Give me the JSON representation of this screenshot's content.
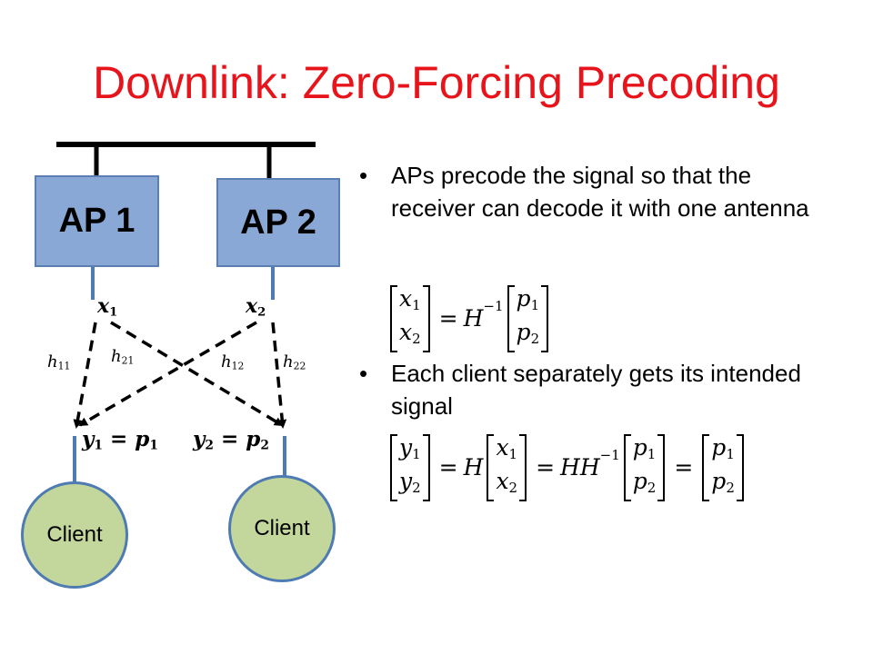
{
  "title": "Downlink: Zero-Forcing Precoding",
  "diagram": {
    "ap1": "AP 1",
    "ap2": "AP 2",
    "client1": "Client",
    "client2": "Client",
    "x1": "x",
    "x2": "x",
    "h11": "h",
    "h21": "h",
    "h12": "h",
    "h22": "h",
    "y1_eq": "y",
    "y2_eq": "y",
    "p_sym": "p",
    "equals": "="
  },
  "bullets": [
    "APs precode the signal so that the receiver can decode it with one antenna",
    "Each client separately gets its intended signal"
  ],
  "eq1": {
    "x": "x",
    "H": "H",
    "inv": "−1",
    "p": "p",
    "eq": "="
  },
  "eq2": {
    "y": "y",
    "H": "H",
    "HH": "HH",
    "inv": "−1",
    "x": "x",
    "p": "p",
    "eq": "="
  },
  "colors": {
    "title": "#e8141b",
    "ap_fill": "#89a8d6",
    "client_fill": "#c3d69b",
    "link": "#4e7bb1"
  }
}
